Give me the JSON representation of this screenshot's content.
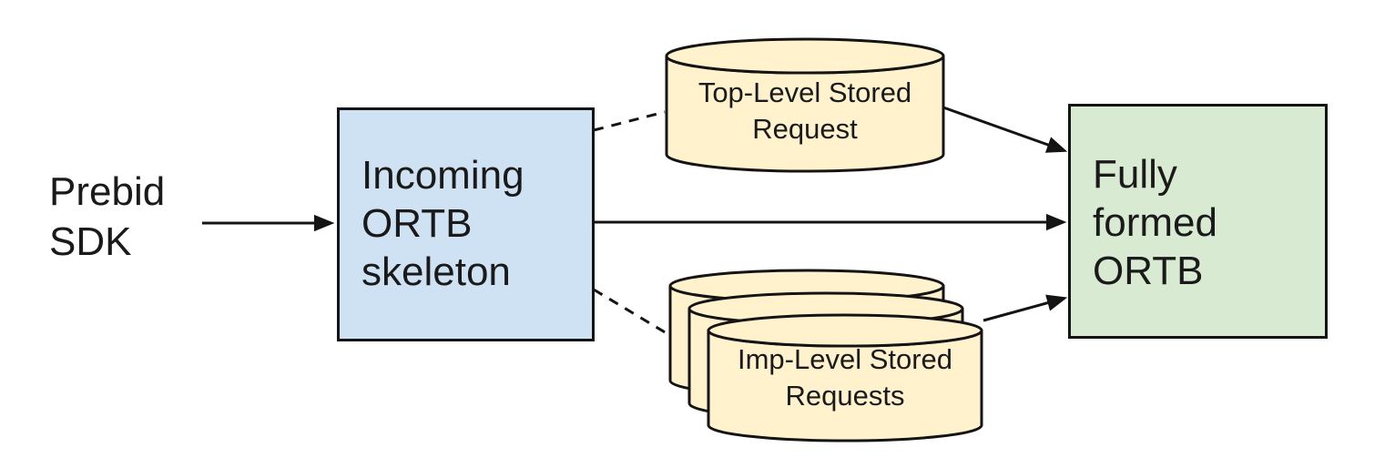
{
  "colors": {
    "node-blue": "#cfe2f3",
    "node-yellow": "#fff2cc",
    "node-green": "#d9ead3",
    "stroke": "#141414",
    "text": "#1a1a1a"
  },
  "nodes": {
    "prebid_sdk": {
      "label": "Prebid\nSDK",
      "type": "text-label"
    },
    "incoming_ortb": {
      "label": "Incoming\nORTB\nskeleton",
      "type": "box"
    },
    "top_level_stored_request": {
      "label": "Top-Level Stored\nRequest",
      "type": "datastore-cylinder"
    },
    "imp_level_stored_requests": {
      "label": "Imp-Level Stored\nRequests",
      "type": "datastore-cylinder-stack",
      "stack_count": 3
    },
    "fully_formed_ortb": {
      "label": "Fully\nformed\nORTB",
      "type": "box"
    }
  },
  "edges": [
    {
      "from": "prebid_sdk",
      "to": "incoming_ortb",
      "style": "solid-arrow"
    },
    {
      "from": "incoming_ortb",
      "to": "top_level_stored_request",
      "style": "dashed"
    },
    {
      "from": "incoming_ortb",
      "to": "fully_formed_ortb",
      "style": "solid-arrow"
    },
    {
      "from": "incoming_ortb",
      "to": "imp_level_stored_requests",
      "style": "dashed"
    },
    {
      "from": "top_level_stored_request",
      "to": "fully_formed_ortb",
      "style": "solid-arrow"
    },
    {
      "from": "imp_level_stored_requests",
      "to": "fully_formed_ortb",
      "style": "solid-arrow"
    }
  ]
}
